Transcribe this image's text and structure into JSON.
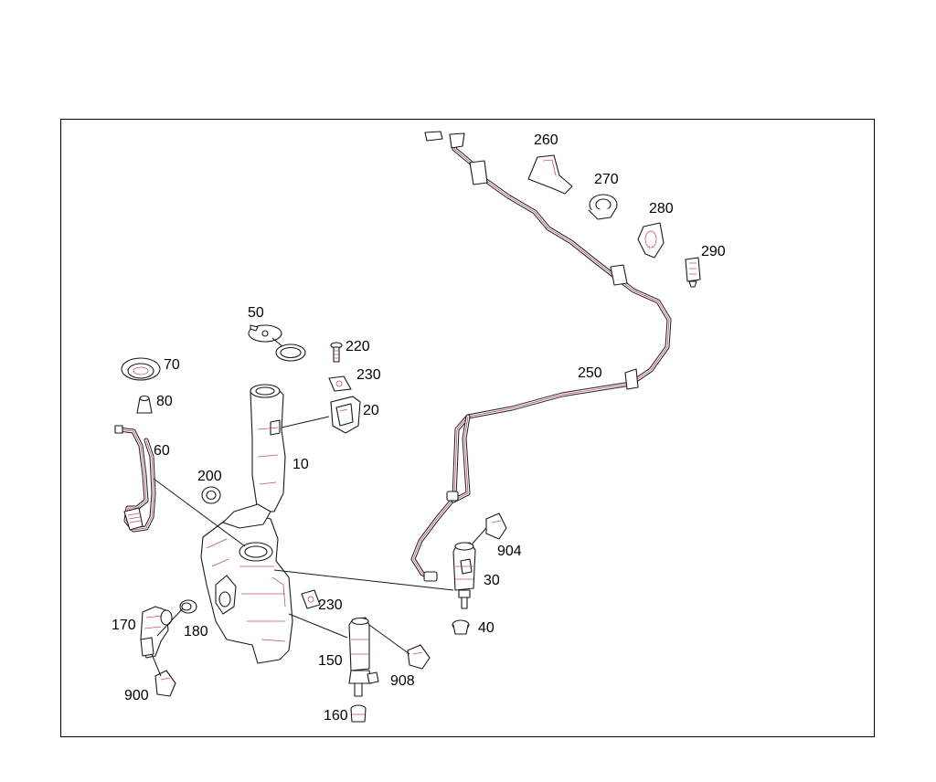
{
  "labels": {
    "p10": "10",
    "p20": "20",
    "p30": "30",
    "p40": "40",
    "p50": "50",
    "p60": "60",
    "p70": "70",
    "p80": "80",
    "p150": "150",
    "p160": "160",
    "p170": "170",
    "p180": "180",
    "p200": "200",
    "p220": "220",
    "p230a": "230",
    "p230b": "230",
    "p250": "250",
    "p260": "260",
    "p270": "270",
    "p280": "280",
    "p290": "290",
    "p900": "900",
    "p904": "904",
    "p908": "908"
  },
  "colors": {
    "line": "#1a1a1a",
    "accent": "#c0304a",
    "background": "#ffffff"
  }
}
